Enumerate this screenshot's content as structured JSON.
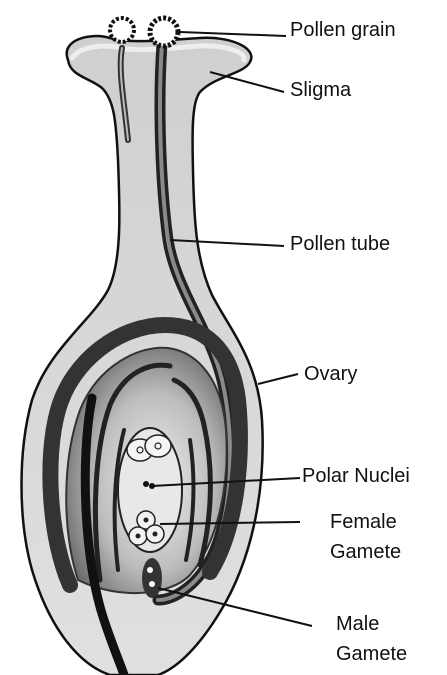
{
  "labels": {
    "pollen_grain": "Pollen grain",
    "stigma": "Sligma",
    "pollen_tube": "Pollen tube",
    "ovary": "Ovary",
    "polar_nuclei": "Polar Nuclei",
    "female_gamete_line1": "Female",
    "female_gamete_line2": "Gamete",
    "male_gamete_line1": "Male",
    "male_gamete_line2": "Gamete"
  },
  "colors": {
    "ink": "#111111",
    "pistil_fill": "#d4d4d4",
    "ovule_dark": "#3a3a3a",
    "embryo_sac": "#e6e6e6"
  }
}
